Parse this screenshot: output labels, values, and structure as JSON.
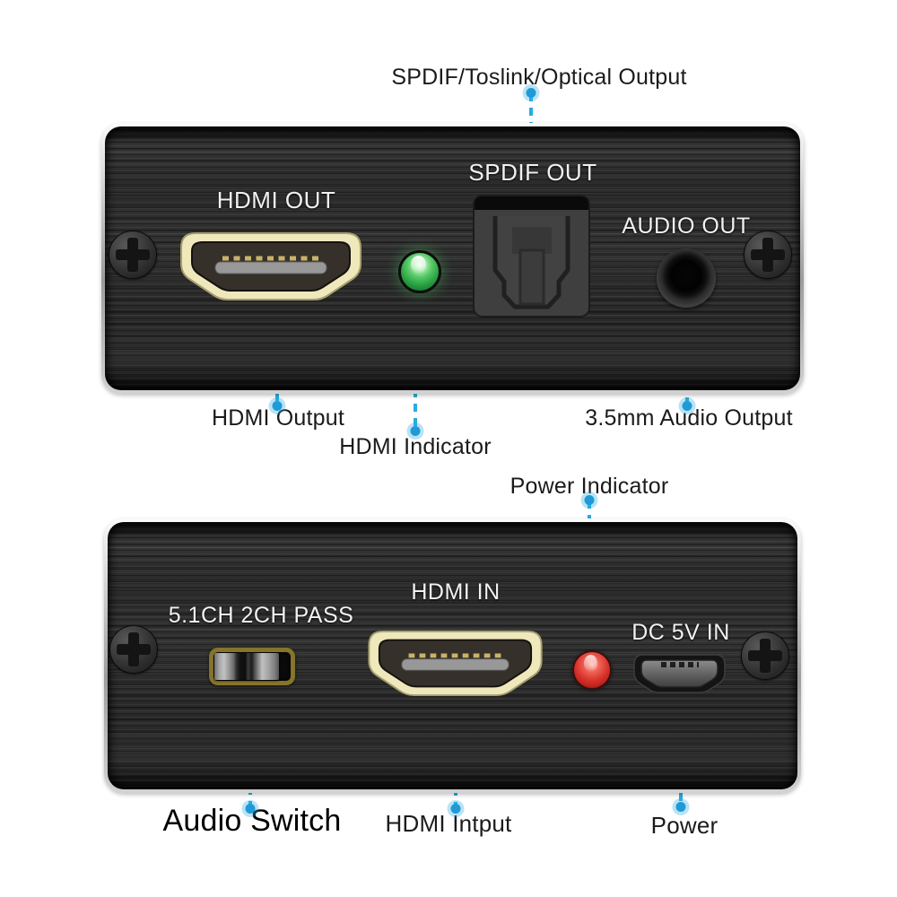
{
  "colors": {
    "callout_blue": "#29abe2",
    "led_green": "#2ca344",
    "led_red": "#d8322a",
    "hdmi_port_gold": "#eee8bc",
    "panel_black": "#2b2b2b",
    "rim_silver": "#c9c9c9"
  },
  "callouts": {
    "spdif": "SPDIF/Toslink/Optical Output",
    "hdmi_output": "HDMI Output",
    "hdmi_indicator": "HDMI Indicator",
    "audio_output": "3.5mm Audio Output",
    "power_indicator": "Power Indicator",
    "audio_switch": "Audio Switch",
    "hdmi_input": "HDMI Intput",
    "power": "Power"
  },
  "panel_top": {
    "hdmi_out": "HDMI OUT",
    "spdif_out": "SPDIF OUT",
    "audio_out": "AUDIO OUT"
  },
  "panel_bottom": {
    "audio_mode_switch": "5.1CH 2CH PASS",
    "hdmi_in": "HDMI IN",
    "dc_in": "DC 5V IN"
  }
}
